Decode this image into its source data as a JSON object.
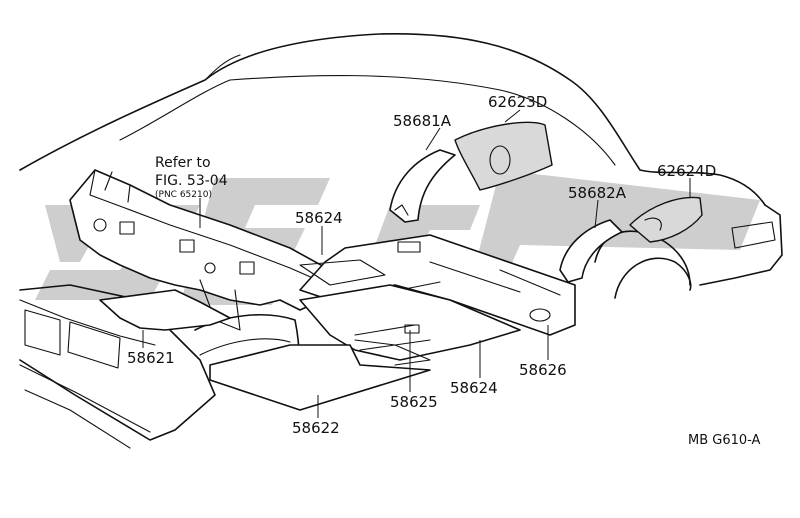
{
  "labels": {
    "p58681a": "58681A",
    "p62623d": "62623D",
    "p62624d": "62624D",
    "p58682a": "58682A",
    "p58624_top": "58624",
    "p58621": "58621",
    "p58622": "58622",
    "p58625": "58625",
    "p58624_bottom": "58624",
    "p58626": "58626"
  },
  "reference": {
    "line1": "Refer to",
    "line2": "FIG. 53-04",
    "line3": "(PNC 65210)"
  },
  "figure_code": "MB  G610-A",
  "watermark": "gray-brand-logo"
}
